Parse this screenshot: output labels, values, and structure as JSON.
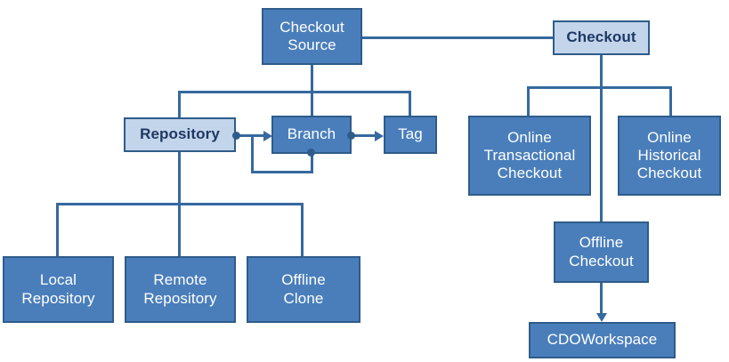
{
  "diagram": {
    "title": "Checkout Source and Checkout hierarchy",
    "colors": {
      "node_fill": "#4a7ebb",
      "node_border": "#2e5c8a",
      "node_text": "#ffffff",
      "highlight_fill": "#c3d5ea",
      "highlight_text": "#1f3864",
      "connector": "#36699e",
      "background": "#ffffff"
    },
    "nodes": [
      {
        "id": "checkout-source",
        "label": "Checkout\nSource",
        "style": "normal"
      },
      {
        "id": "checkout",
        "label": "Checkout",
        "style": "highlight"
      },
      {
        "id": "repository",
        "label": "Repository",
        "style": "highlight"
      },
      {
        "id": "branch",
        "label": "Branch",
        "style": "normal"
      },
      {
        "id": "tag",
        "label": "Tag",
        "style": "normal"
      },
      {
        "id": "local-repository",
        "label": "Local\nRepository",
        "style": "normal"
      },
      {
        "id": "remote-repository",
        "label": "Remote\nRepository",
        "style": "normal"
      },
      {
        "id": "offline-clone",
        "label": "Offline\nClone",
        "style": "normal"
      },
      {
        "id": "online-transactional-checkout",
        "label": "Online\nTransactional\nCheckout",
        "style": "normal"
      },
      {
        "id": "online-historical-checkout",
        "label": "Online\nHistorical\nCheckout",
        "style": "normal"
      },
      {
        "id": "offline-checkout",
        "label": "Offline\nCheckout",
        "style": "normal"
      },
      {
        "id": "cdoworkspace",
        "label": "CDOWorkspace",
        "style": "normal"
      }
    ],
    "edges": [
      {
        "from": "checkout-source",
        "to": "checkout",
        "type": "line"
      },
      {
        "from": "checkout-source",
        "to": "repository",
        "type": "line"
      },
      {
        "from": "checkout-source",
        "to": "branch",
        "type": "line"
      },
      {
        "from": "checkout-source",
        "to": "tag",
        "type": "line"
      },
      {
        "from": "repository",
        "to": "branch",
        "type": "arrow"
      },
      {
        "from": "branch",
        "to": "tag",
        "type": "arrow"
      },
      {
        "from": "branch",
        "to": "branch",
        "type": "self-loop"
      },
      {
        "from": "repository",
        "to": "local-repository",
        "type": "line"
      },
      {
        "from": "repository",
        "to": "remote-repository",
        "type": "line"
      },
      {
        "from": "repository",
        "to": "offline-clone",
        "type": "line"
      },
      {
        "from": "checkout",
        "to": "online-transactional-checkout",
        "type": "line"
      },
      {
        "from": "checkout",
        "to": "online-historical-checkout",
        "type": "line"
      },
      {
        "from": "checkout",
        "to": "offline-checkout",
        "type": "line"
      },
      {
        "from": "offline-checkout",
        "to": "cdoworkspace",
        "type": "arrow"
      }
    ]
  }
}
